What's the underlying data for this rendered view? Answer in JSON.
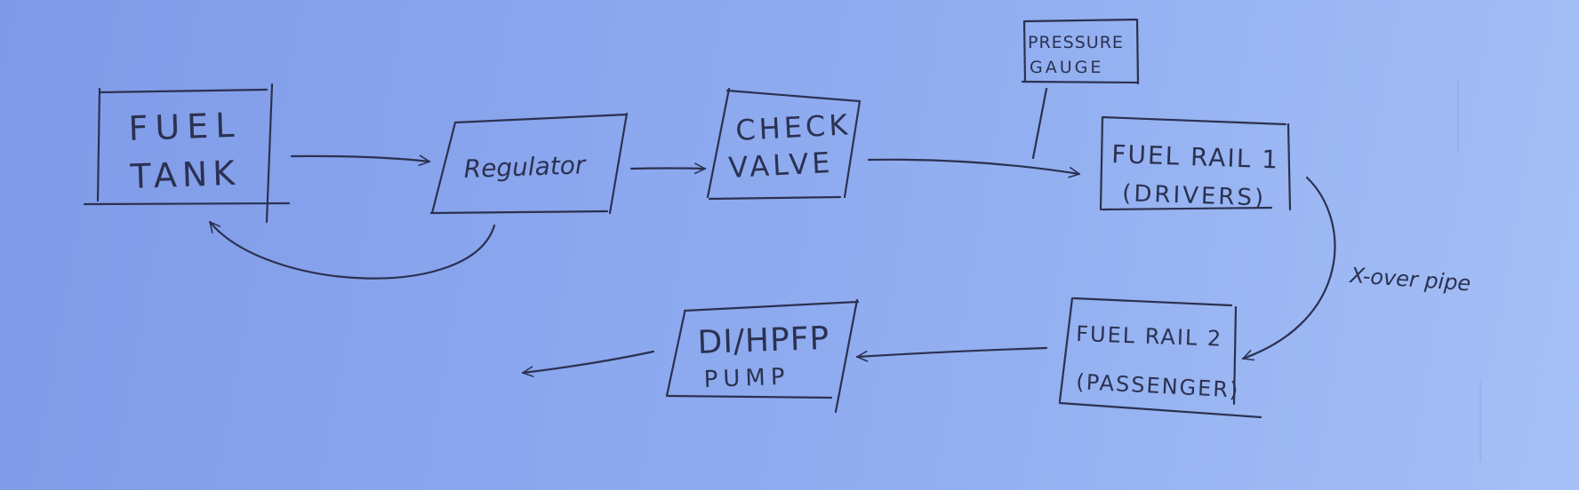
{
  "colors": {
    "ink": "#2b3150",
    "paper": "#8fa9ef"
  },
  "nodes": {
    "fuel_tank": [
      "FUEL",
      "TANK"
    ],
    "regulator": [
      "Regulator"
    ],
    "check_valve": [
      "CHECK",
      "VALVE"
    ],
    "pressure_gauge": [
      "PRESSURE",
      "GAUGE"
    ],
    "fuel_rail_1": [
      "FUEL RAIL 1",
      "(DRIVERS)"
    ],
    "fuel_rail_2": [
      "FUEL RAIL 2",
      "(PASSENGER)"
    ],
    "di_hpfp_pump": [
      "DI/HPFP",
      "PUMP"
    ]
  },
  "edge_labels": {
    "crossover": "X-over pipe"
  }
}
